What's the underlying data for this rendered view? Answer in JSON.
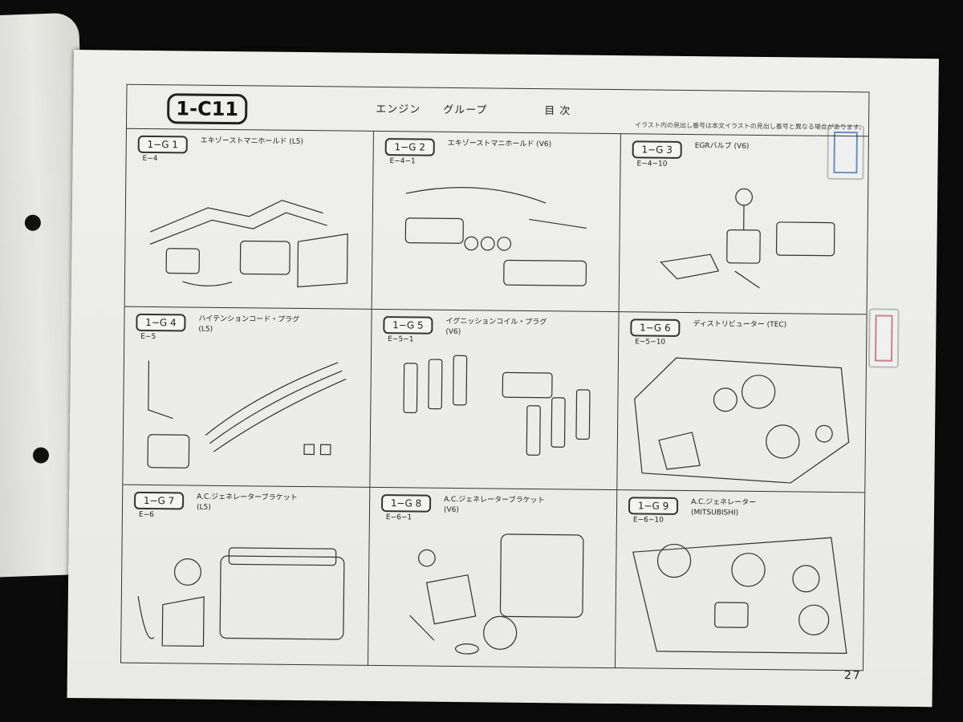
{
  "header": {
    "code": "1-C11",
    "title": "エンジン　　グループ",
    "toc": "目次",
    "note": "イラスト内の見出し番号は本文イラストの見出し番号と異なる場合があります。"
  },
  "cells": [
    {
      "code": "1−G 1",
      "title": "エキゾーストマニホールド (L5)",
      "ref": "E−4"
    },
    {
      "code": "1−G 2",
      "title": "エキゾーストマニホールド (V6)",
      "ref": "E−4−1"
    },
    {
      "code": "1−G 3",
      "title": "EGRバルブ (V6)",
      "ref": "E−4−10"
    },
    {
      "code": "1−G 4",
      "title": "ハイテンションコード・プラグ\n(L5)",
      "ref": "E−5"
    },
    {
      "code": "1−G 5",
      "title": "イグニッションコイル・プラグ\n(V6)",
      "ref": "E−5−1"
    },
    {
      "code": "1−G 6",
      "title": "ディストリビューター (TEC)",
      "ref": "E−5−10"
    },
    {
      "code": "1−G 7",
      "title": "A.C.ジェネレーターブラケット\n(L5)",
      "ref": "E−6"
    },
    {
      "code": "1−G 8",
      "title": "A.C.ジェネレーターブラケット\n(V6)",
      "ref": "E−6−1"
    },
    {
      "code": "1−G 9",
      "title": "A.C.ジェネレーター\n(MITSUBISHI)",
      "ref": "E−6−10"
    }
  ],
  "page_number": "27"
}
